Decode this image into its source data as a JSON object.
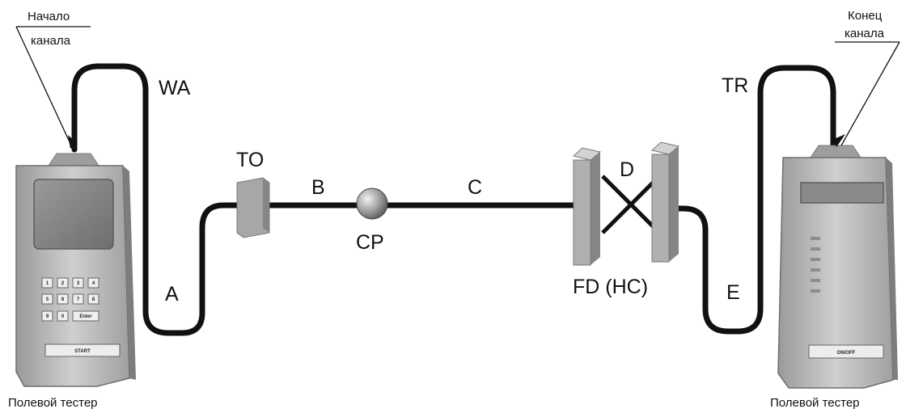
{
  "channel_start": [
    "Начало",
    "канала"
  ],
  "channel_end": [
    "Конец",
    "канала"
  ],
  "segments": {
    "wa": "WA",
    "to": "TO",
    "a": "A",
    "b": "B",
    "c": "C",
    "cp": "CP",
    "d": "D",
    "fd": "FD (HC)",
    "e": "E",
    "tr": "TR"
  },
  "tester_left": {
    "caption": "Полевой тестер",
    "keys": [
      "1",
      "2",
      "3",
      "4",
      "5",
      "6",
      "7",
      "8",
      "9",
      "0",
      "Enter"
    ],
    "button": "START"
  },
  "tester_right": {
    "caption": "Полевой тестер",
    "button": "ON/OFF"
  },
  "colors": {
    "cable": "#111111",
    "device": "#a9a9a9",
    "device_dark": "#7c7c7c",
    "panel": "#8a8a8a"
  }
}
